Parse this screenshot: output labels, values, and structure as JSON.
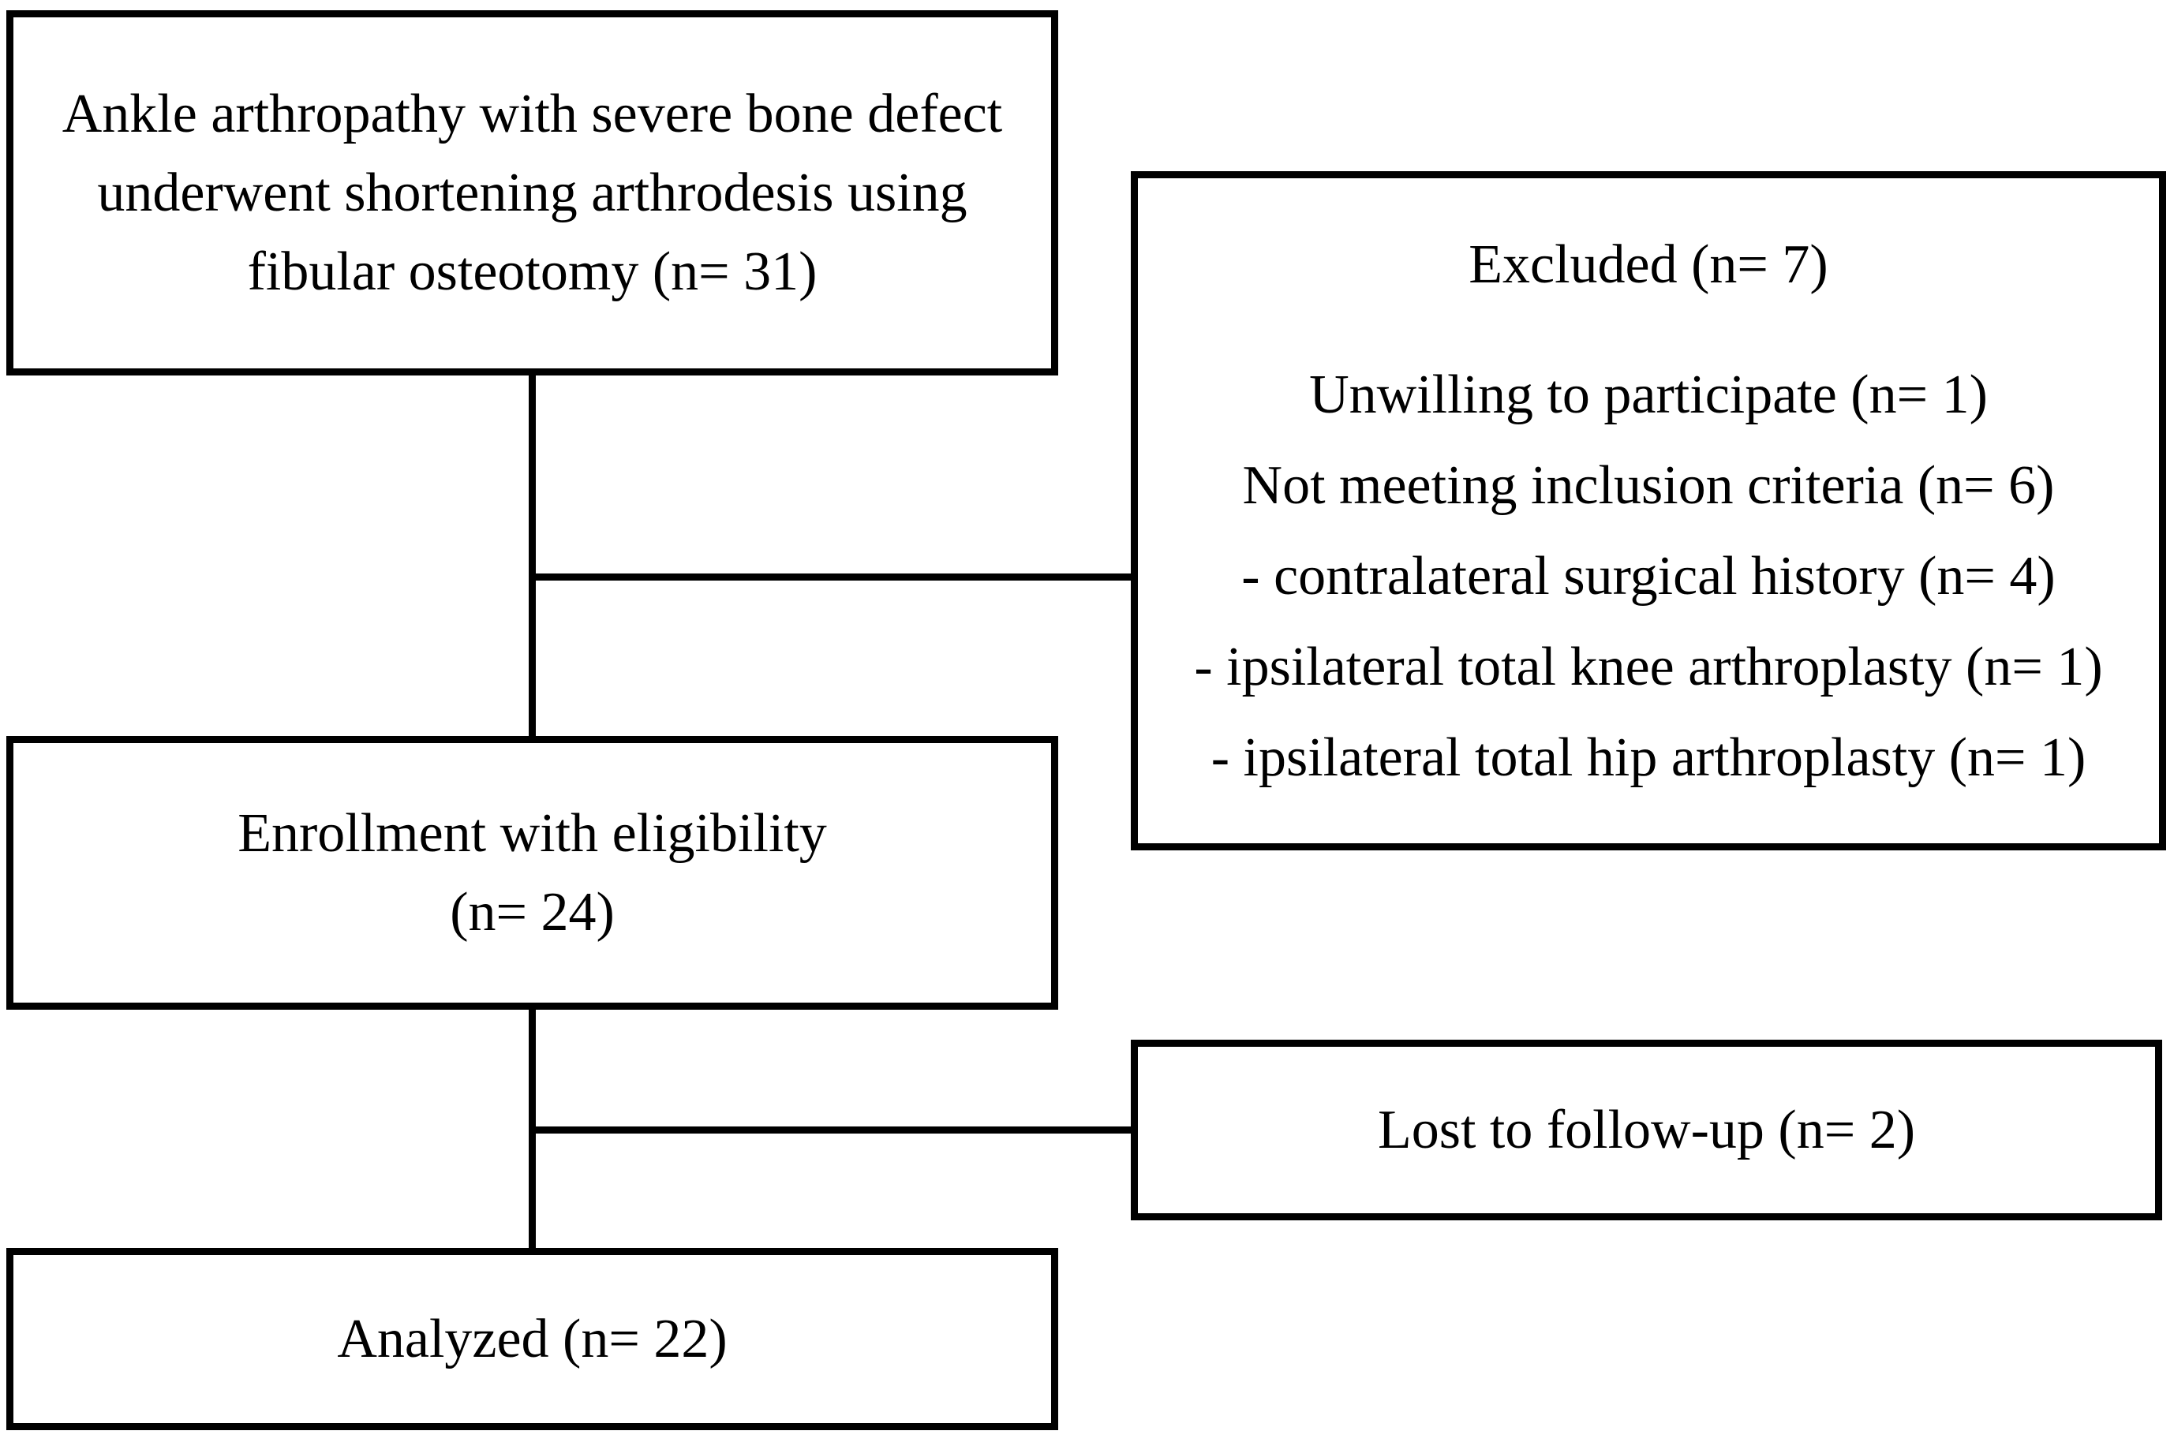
{
  "figure": {
    "type": "study-flow-diagram",
    "background_color": "#ffffff",
    "line_color": "#000000",
    "text_color": "#000000",
    "population_box": {
      "lines": [
        "Ankle arthropathy with severe bone defect",
        "underwent shortening arthrodesis using",
        "fibular osteotomy (n= 31)"
      ]
    },
    "excluded_box": {
      "title": "Excluded (n= 7)",
      "items": [
        "Unwilling to participate (n= 1)",
        "Not meeting inclusion criteria (n= 6)",
        "- contralateral surgical history (n= 4)",
        "- ipsilateral total knee arthroplasty (n= 1)",
        "- ipsilateral total hip arthroplasty (n= 1)"
      ]
    },
    "enrollment_box": {
      "lines": [
        "Enrollment with eligibility",
        "(n= 24)"
      ]
    },
    "lost_box": {
      "label": "Lost to follow-up (n= 2)"
    },
    "analyzed_box": {
      "label": "Analyzed (n= 22)"
    }
  }
}
